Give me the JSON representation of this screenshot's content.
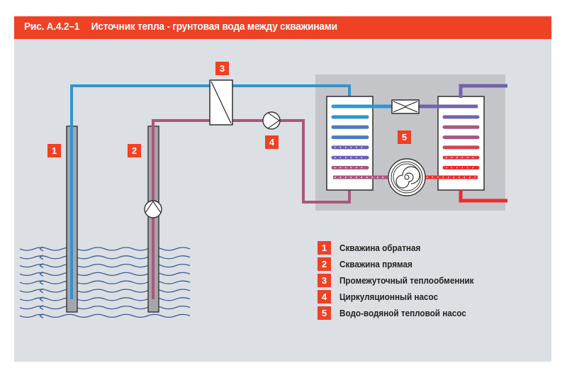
{
  "figure": {
    "number": "Рис. А.4.2–1",
    "title": "Источник тепла - грунтовая вода между скважинами"
  },
  "markers": [
    "1",
    "2",
    "3",
    "4",
    "5"
  ],
  "legend": [
    {
      "id": "1",
      "label": "Скважина обратная"
    },
    {
      "id": "2",
      "label": "Скважина прямая"
    },
    {
      "id": "3",
      "label": "Промежуточный теплообменник"
    },
    {
      "id": "4",
      "label": "Циркуляционный насос"
    },
    {
      "id": "5",
      "label": "Водо-водяной тепловой насос"
    }
  ],
  "colors": {
    "accent": "#ef4123",
    "background": "#dcdfe3",
    "heat_pump_box": "#c3c5c9",
    "cold_line": "#2e95d3",
    "warm_ground_line": "#a9587f",
    "heating_supply": "#ee2b2b",
    "heating_return": "#7462b0",
    "groundwater": "#3c5e94"
  }
}
